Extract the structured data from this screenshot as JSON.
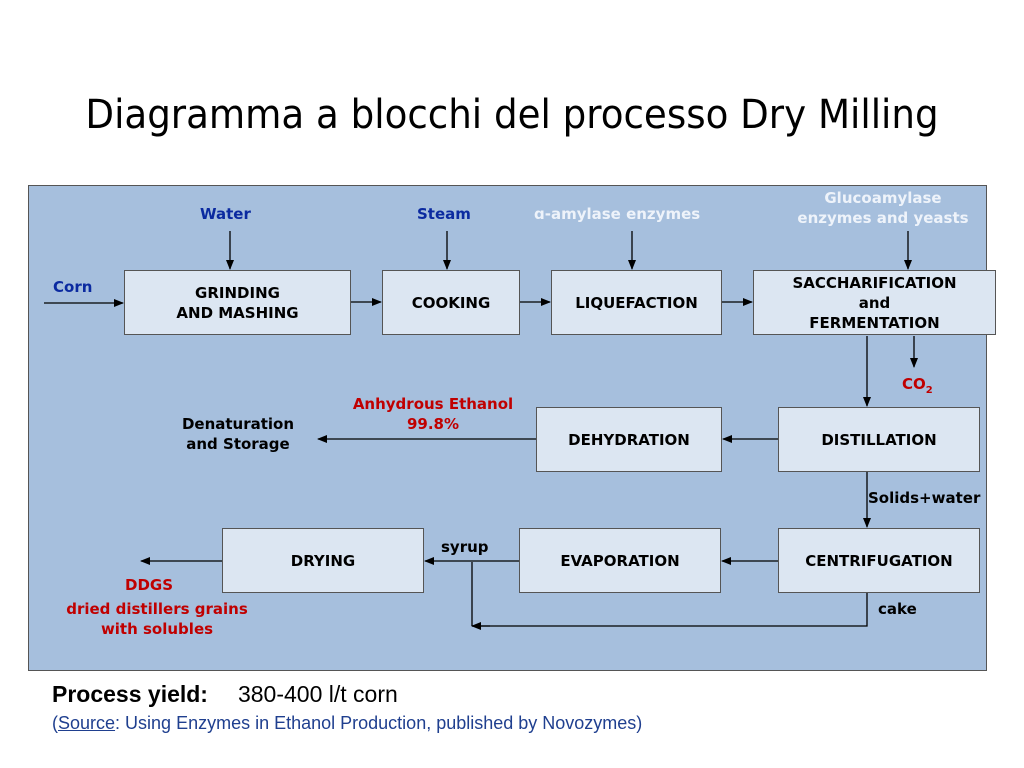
{
  "title": "Diagramma a blocchi del processo Dry Milling",
  "inputs": {
    "corn": "Corn",
    "water": "Water",
    "steam": "Steam",
    "amylase": "ɑ-amylase enzymes",
    "glucoamylase": "Glucoamylase\nenzymes and yeasts"
  },
  "blocks": {
    "grinding": "GRINDING\nAND MASHING",
    "cooking": "COOKING",
    "liquefaction": "LIQUEFACTION",
    "saccharification": "SACCHARIFICATION\nand\nFERMENTATION",
    "distillation": "DISTILLATION",
    "dehydration": "DEHYDRATION",
    "centrifugation": "CENTRIFUGATION",
    "evaporation": "EVAPORATION",
    "drying": "DRYING"
  },
  "outputs": {
    "co2": "CO",
    "co2_sub": "2",
    "anhydrous": "Anhydrous Ethanol\n99.8%",
    "denaturation": "Denaturation\nand Storage",
    "solids_water": "Solids+water",
    "syrup": "syrup",
    "cake": "cake",
    "ddgs": "DDGS",
    "ddgs_desc": "dried distillers grains\nwith solubles"
  },
  "footer": {
    "yield_label": "Process yield:",
    "yield_value": "380-400 l/t corn",
    "source_open": "(",
    "source_link": "Source",
    "source_text": ": Using Enzymes in Ethanol Production, published by Novozymes)"
  },
  "colors": {
    "panel": "#a6bfdd",
    "box": "#dce6f2",
    "input_label": "#0b2aa0",
    "product_label": "#c00000",
    "enzyme_label": "#eef3fa"
  }
}
